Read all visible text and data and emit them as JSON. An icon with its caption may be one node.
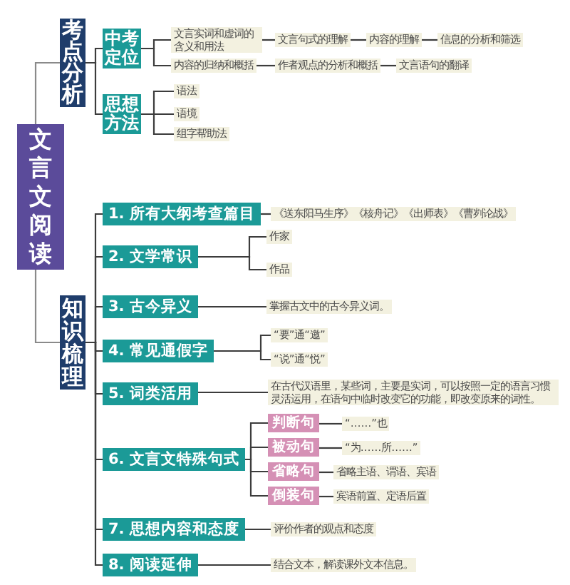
{
  "diagram": {
    "nodes": [
      {
        "text": [
          "考点分析"
        ]
      },
      {
        "text": [
          "中考定位"
        ]
      },
      {
        "text": [
          "文言实词和虚词的含义和用法"
        ]
      },
      {
        "text": [
          "文言句式的理解"
        ]
      },
      {
        "text": [
          "内容的理解"
        ]
      },
      {
        "text": [
          "信息的分析和筛选"
        ]
      },
      {
        "text": [
          "内容的归纳和概括"
        ]
      },
      {
        "text": [
          "作者观点的分析和概括"
        ]
      },
      {
        "text": [
          "文言语句的翻译"
        ]
      },
      {
        "text": [
          "思想方法"
        ]
      },
      {
        "text": [
          "语法"
        ]
      },
      {
        "text": [
          "语境"
        ]
      },
      {
        "text": [
          "组字帮助法"
        ]
      },
      {
        "text": [
          "文言文阅读"
        ]
      },
      {
        "text": [
          "知识梳理"
        ]
      },
      {
        "text": [
          "1. 所有大纲考查篇目"
        ]
      },
      {
        "text": [
          "《送东阳马生序》《核舟记》《出师表》《曹刿论战》"
        ]
      },
      {
        "text": [
          "2. 文学常识"
        ]
      },
      {
        "text": [
          "作家"
        ]
      },
      {
        "text": [
          "作品"
        ]
      },
      {
        "text": [
          "3. 古今异义"
        ]
      },
      {
        "text": [
          "掌握古文中的古今异义词。"
        ]
      },
      {
        "text": [
          "4. 常见通假字"
        ]
      },
      {
        "text": [
          "“要”通“邀”"
        ]
      },
      {
        "text": [
          "“说”通“悦”"
        ]
      },
      {
        "text": [
          "5. 词类活用"
        ]
      },
      {
        "text": [
          "在古代汉语里，某些词，主要是实词，可以按照一定的语言习惯灵活运用，在语句中临时改变它的功能，即改变原来的词性。"
        ]
      },
      {
        "text": [
          "6. 文言文特殊句式"
        ]
      },
      {
        "text": [
          "判断句"
        ]
      },
      {
        "text": [
          "“……”也"
        ]
      },
      {
        "text": [
          "被动句"
        ]
      },
      {
        "text": [
          "“为……所……”"
        ]
      },
      {
        "text": [
          "省略句"
        ]
      },
      {
        "text": [
          "省略主语、谓语、宾语"
        ]
      },
      {
        "text": [
          "倒装句"
        ]
      },
      {
        "text": [
          "宾语前置、定语后置"
        ]
      },
      {
        "text": [
          "7. 思想内容和态度"
        ]
      },
      {
        "text": [
          "评价作者的观点和态度"
        ]
      },
      {
        "text": [
          "8. 阅读延伸"
        ]
      },
      {
        "text": [
          "结合文本，解读课外文本信息。"
        ]
      }
    ],
    "edges": [
      {
        "from": 13,
        "to": 0,
        "arrow": "none",
        "color": "#8a8a8a"
      },
      {
        "from": 0,
        "to": 1,
        "arrow": "none"
      },
      {
        "from": 0,
        "to": 9,
        "arrow": "none"
      },
      {
        "from": 1,
        "to": 2,
        "arrow": "none"
      },
      {
        "from": 1,
        "to": 6,
        "arrow": "none"
      },
      {
        "from": 2,
        "to": 3,
        "arrow": "none"
      },
      {
        "from": 3,
        "to": 4,
        "arrow": "none"
      },
      {
        "from": 4,
        "to": 5,
        "arrow": "none"
      },
      {
        "from": 6,
        "to": 7,
        "arrow": "none"
      },
      {
        "from": 7,
        "to": 8,
        "arrow": "none"
      },
      {
        "from": 9,
        "to": 10,
        "arrow": "none"
      },
      {
        "from": 9,
        "to": 11,
        "arrow": "none"
      },
      {
        "from": 9,
        "to": 12,
        "arrow": "none"
      },
      {
        "from": 13,
        "to": 14,
        "arrow": "none",
        "color": "#8a8a8a"
      },
      {
        "from": 14,
        "to": 15,
        "arrow": "none"
      },
      {
        "from": 14,
        "to": 17,
        "arrow": "none"
      },
      {
        "from": 14,
        "to": 20,
        "arrow": "none"
      },
      {
        "from": 14,
        "to": 22,
        "arrow": "none"
      },
      {
        "from": 14,
        "to": 25,
        "arrow": "none"
      },
      {
        "from": 14,
        "to": 27,
        "arrow": "none"
      },
      {
        "from": 14,
        "to": 36,
        "arrow": "none"
      },
      {
        "from": 14,
        "to": 38,
        "arrow": "none"
      },
      {
        "from": 15,
        "to": 16,
        "arrow": "none"
      },
      {
        "from": 17,
        "to": 18,
        "arrow": "none"
      },
      {
        "from": 17,
        "to": 19,
        "arrow": "none"
      },
      {
        "from": 20,
        "to": 21,
        "arrow": "none"
      },
      {
        "from": 22,
        "to": 23,
        "arrow": "none"
      },
      {
        "from": 22,
        "to": 24,
        "arrow": "none"
      },
      {
        "from": 25,
        "to": 26,
        "arrow": "none"
      },
      {
        "from": 27,
        "to": 28,
        "arrow": "none"
      },
      {
        "from": 27,
        "to": 30,
        "arrow": "none"
      },
      {
        "from": 27,
        "to": 32,
        "arrow": "none"
      },
      {
        "from": 27,
        "to": 34,
        "arrow": "none"
      },
      {
        "from": 28,
        "to": 29,
        "arrow": "none"
      },
      {
        "from": 30,
        "to": 31,
        "arrow": "none"
      },
      {
        "from": 32,
        "to": 33,
        "arrow": "none"
      },
      {
        "from": 34,
        "to": 35,
        "arrow": "none"
      },
      {
        "from": 36,
        "to": 37,
        "arrow": "none"
      },
      {
        "from": 38,
        "to": 39,
        "arrow": "none"
      }
    ]
  }
}
